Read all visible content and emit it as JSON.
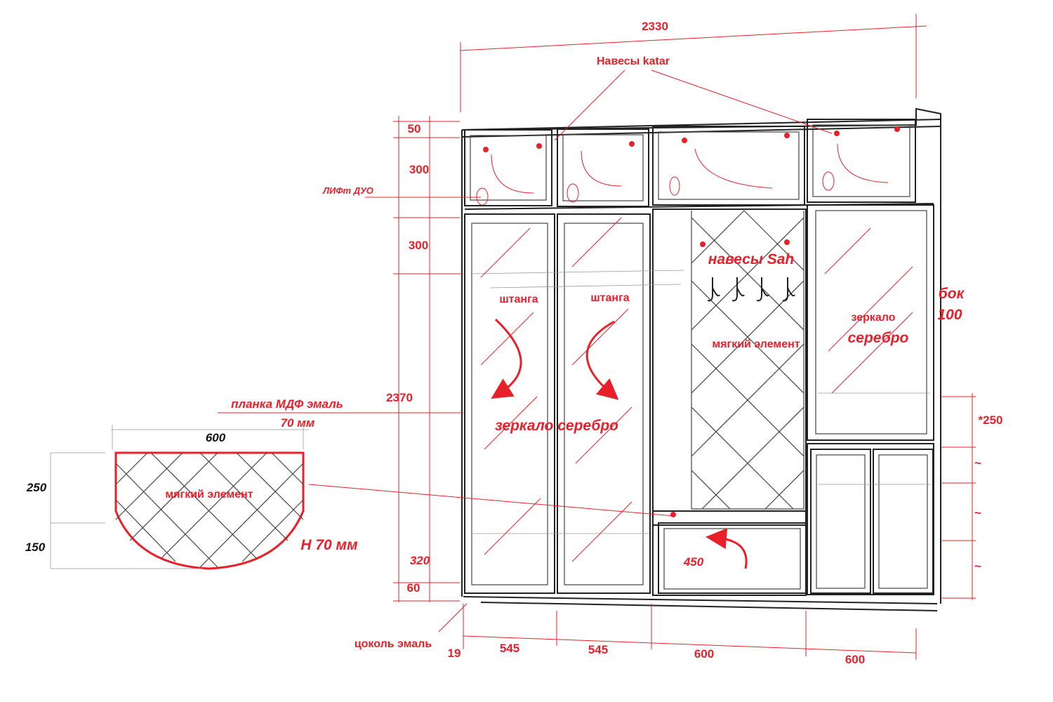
{
  "dimensions": {
    "total_width": "2330",
    "top_gap": "50",
    "upper_height": "300",
    "mid_height": "300",
    "total_height": "2370",
    "lower_height": "320",
    "plinth_height": "60",
    "plinth_offset": "19",
    "col1_width": "545",
    "col2_width": "545",
    "col3_width": "600",
    "col4_width": "600",
    "seat_height": "450",
    "right_section": "*250",
    "tilde": "~"
  },
  "labels": {
    "hinges_katar": "Навесы katar",
    "lift_duo": "ЛИФт ДУО",
    "hinges_sah": "навесы Sah",
    "rod_left": "штанга",
    "rod_right": "штанга",
    "soft_element": "мягкий элемент",
    "mirror_silver": "зеркало серебро",
    "mirror_right_1": "зеркало",
    "mirror_right_2": "серебро",
    "side_1": "бок",
    "side_2": "100",
    "plank_1": "планка МДФ эмаль",
    "plank_2": "70 мм",
    "plinth_enamel": "цоколь эмаль"
  },
  "seat_detail": {
    "width": "600",
    "rect_height": "250",
    "arc_height": "150",
    "label": "мягкий элемент",
    "height_note": "H 70 мм"
  },
  "colors": {
    "annotation": "#e8202a",
    "linework": "#222222"
  }
}
